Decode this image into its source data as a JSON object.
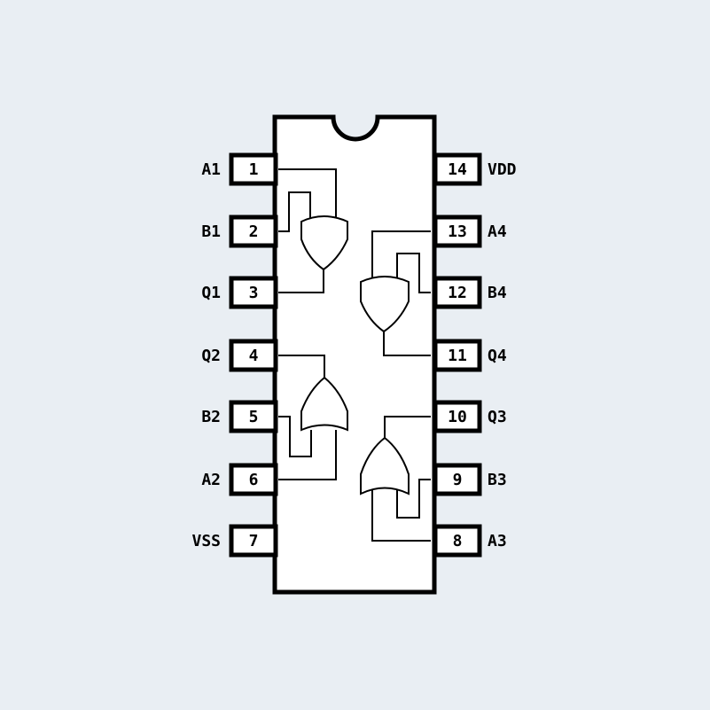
{
  "colors": {
    "background": "#e9eef3",
    "chip_fill": "#ffffff",
    "stroke": "#000000"
  },
  "chip": {
    "left_pins": [
      {
        "number": "1",
        "label": "A1"
      },
      {
        "number": "2",
        "label": "B1"
      },
      {
        "number": "3",
        "label": "Q1"
      },
      {
        "number": "4",
        "label": "Q2"
      },
      {
        "number": "5",
        "label": "B2"
      },
      {
        "number": "6",
        "label": "A2"
      },
      {
        "number": "7",
        "label": "VSS"
      }
    ],
    "right_pins": [
      {
        "number": "14",
        "label": "VDD"
      },
      {
        "number": "13",
        "label": "A4"
      },
      {
        "number": "12",
        "label": "B4"
      },
      {
        "number": "11",
        "label": "Q4"
      },
      {
        "number": "10",
        "label": "Q3"
      },
      {
        "number": "9",
        "label": "B3"
      },
      {
        "number": "8",
        "label": "A3"
      }
    ],
    "gates": [
      {
        "id": "gate-1",
        "type": "OR"
      },
      {
        "id": "gate-2",
        "type": "OR"
      },
      {
        "id": "gate-3",
        "type": "OR"
      },
      {
        "id": "gate-4",
        "type": "OR"
      }
    ]
  }
}
